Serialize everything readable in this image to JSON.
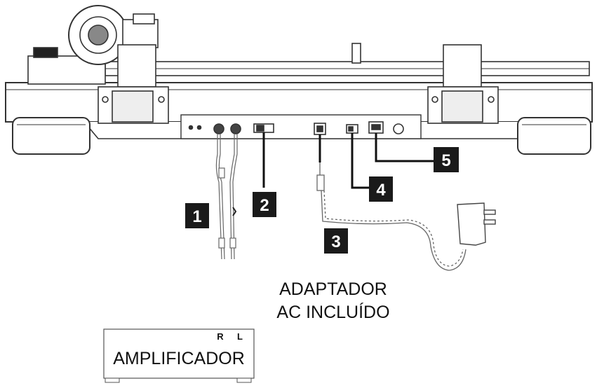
{
  "callouts": [
    {
      "number": "1",
      "target": "rca-audio-cables"
    },
    {
      "number": "2",
      "target": "phono-line-switch"
    },
    {
      "number": "3",
      "target": "dc-power-jack"
    },
    {
      "number": "4",
      "target": "auto-stop-switch"
    },
    {
      "number": "5",
      "target": "usb-port"
    }
  ],
  "adapter_label": {
    "line1": "ADAPTADOR",
    "line2": "AC INCLUÍDO"
  },
  "amplifier": {
    "label": "AMPLIFICADOR",
    "channel_right": "R",
    "channel_left": "L"
  },
  "colors": {
    "line": "#333333",
    "callout_bg": "#1a1a1a",
    "callout_text": "#ffffff",
    "background": "#ffffff"
  }
}
